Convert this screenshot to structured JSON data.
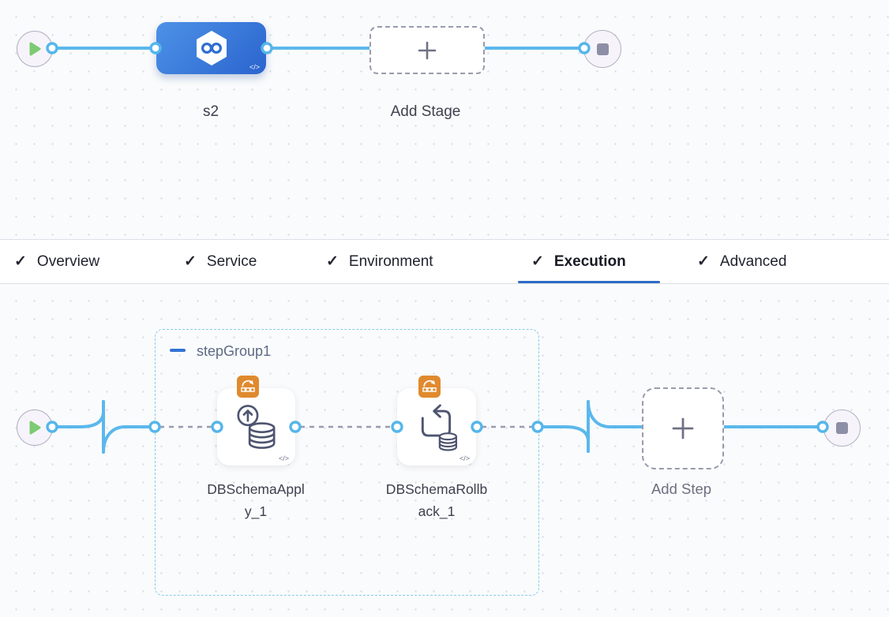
{
  "icons": {
    "check": "✓",
    "plus": "+",
    "code_slash": "</>",
    "collapse_minus": "-",
    "play": "play-triangle",
    "stop": "stop-square"
  },
  "colors": {
    "wire_blue": "#5BB8EC",
    "connector_ring": "#55B6EB",
    "stage_gradient_start": "#4C92E7",
    "stage_gradient_end": "#2B64CE",
    "aws_badge_orange": "#E08A2E",
    "step_group_border": "#8BC9EA",
    "tab_underline": "#2D6BC4",
    "play_green": "#7CCB72",
    "stop_gray": "#8D8FA6",
    "dashed_connector": "#9A9BB0"
  },
  "stage_pipeline": {
    "stage": {
      "name": "s2"
    },
    "add_stage_label": "Add Stage"
  },
  "tabs": {
    "items": [
      {
        "label": "Overview",
        "checked": true,
        "active": false
      },
      {
        "label": "Service",
        "checked": true,
        "active": false
      },
      {
        "label": "Environment",
        "checked": true,
        "active": false
      },
      {
        "label": "Execution",
        "checked": true,
        "active": true
      },
      {
        "label": "Advanced",
        "checked": true,
        "active": false
      }
    ]
  },
  "execution": {
    "step_group": {
      "name": "stepGroup1",
      "collapsed": false
    },
    "steps": [
      {
        "name": "DBSchemaApply_1",
        "name_lines": [
          "DBSchemaAppl",
          "y_1"
        ]
      },
      {
        "name": "DBSchemaRollback_1",
        "name_lines": [
          "DBSchemaRollb",
          "ack_1"
        ]
      }
    ],
    "add_step_label": "Add Step"
  }
}
